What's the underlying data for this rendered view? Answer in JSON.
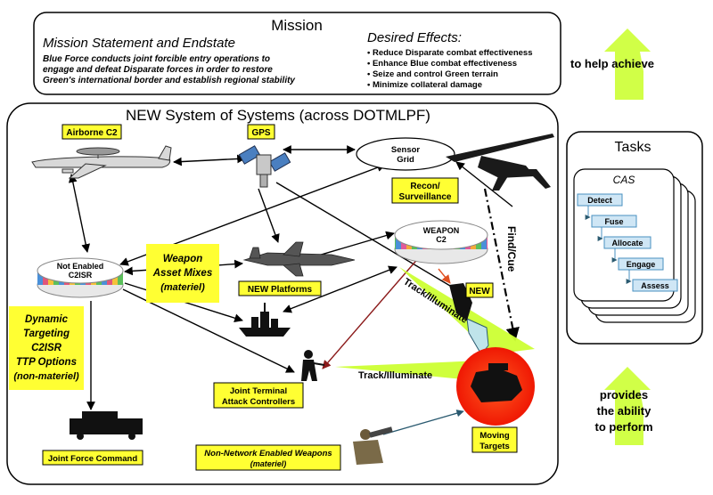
{
  "mission": {
    "title": "Mission",
    "statement_heading": "Mission Statement and Endstate",
    "statement_lines": [
      "Blue Force conducts joint forcible entry operations to",
      "engage and defeat Disparate forces in order to restore",
      "Green's international border and establish regional stability"
    ],
    "effects_heading": "Desired Effects:",
    "effects": [
      "• Reduce Disparate combat effectiveness",
      "• Enhance Blue combat effectiveness",
      "• Seize and control Green terrain",
      "• Minimize collateral damage"
    ]
  },
  "arrows": {
    "help_achieve": "to help achieve",
    "provides_lines": [
      "provides",
      "the ability",
      "to perform"
    ]
  },
  "sos": {
    "title": "NEW System of Systems (across DOTMLPF)",
    "labels": {
      "airborne_c2": "Airborne C2",
      "gps": "GPS",
      "sensor_grid_lines": [
        "Sensor",
        "Grid"
      ],
      "recon_lines": [
        "Recon/",
        "Surveillance"
      ],
      "weapon_c2_lines": [
        "WEAPON",
        "C2"
      ],
      "not_enabled_lines": [
        "Not Enabled",
        "C2ISR"
      ],
      "weapon_asset_lines": [
        "Weapon",
        "Asset Mixes",
        "(materiel)"
      ],
      "new_platforms": "NEW Platforms",
      "new": "NEW",
      "dynamic_lines": [
        "Dynamic",
        "Targeting",
        "C2ISR",
        "TTP Options",
        "(non-materiel)"
      ],
      "find_cue": "Find/Cue",
      "track_illuminate_1": "Track/Illuminate",
      "track_illuminate_2": "Track/Illuminate",
      "jtac_lines": [
        "Joint Terminal",
        "Attack Controllers"
      ],
      "moving_targets_lines": [
        "Moving",
        "Targets"
      ],
      "joint_force_command": "Joint Force Command",
      "non_network_lines": [
        "Non-Network Enabled Weapons",
        "(materiel)"
      ]
    }
  },
  "tasks": {
    "title": "Tasks",
    "card_title": "CAS",
    "steps": [
      "Detect",
      "Fuse",
      "Allocate",
      "Engage",
      "Assess"
    ]
  },
  "colors": {
    "label_yellow": "#ffff33",
    "arrow_green": "#ccff33",
    "target_red": "#ff2200",
    "step_fill": "#cfe6f5",
    "dark_red_arrow": "#8b1a1a"
  }
}
